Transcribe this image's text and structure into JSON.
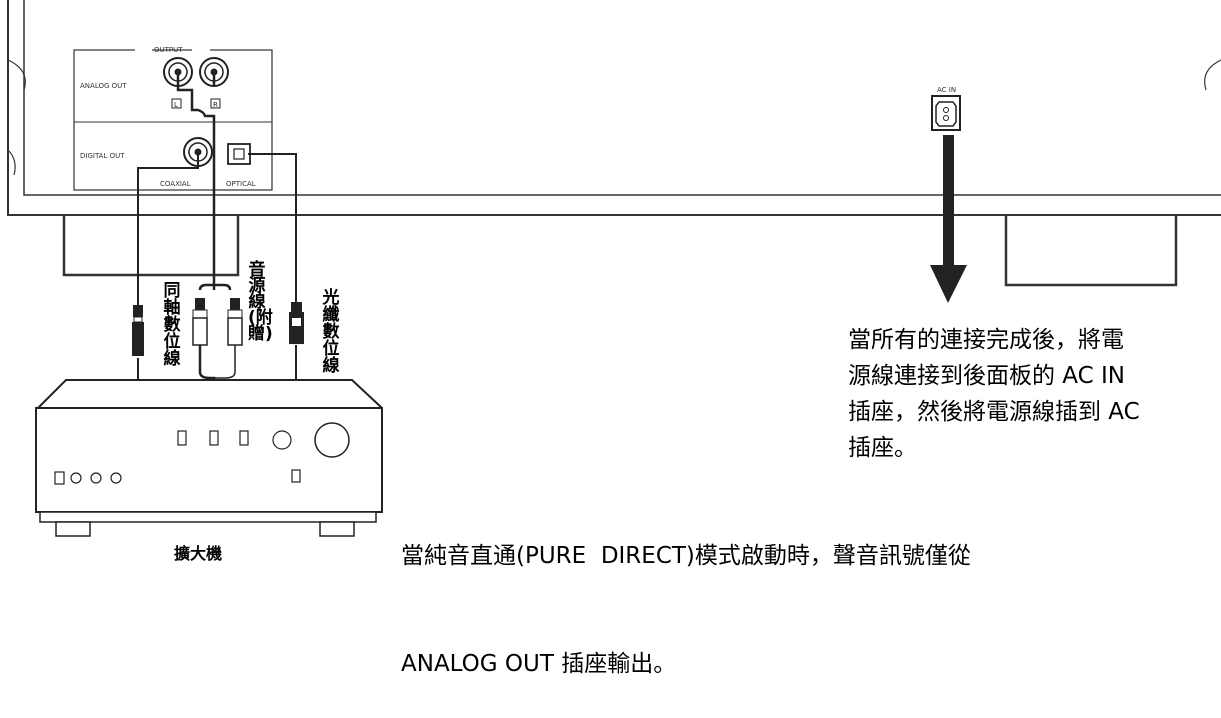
{
  "rear_panel": {
    "output_group_label": "OUTPUT",
    "analog_out_label": "ANALOG OUT",
    "digital_out_label": "DIGITAL OUT",
    "coaxial_label": "COAXIAL",
    "optical_label": "OPTICAL",
    "ac_in_label": "AC IN"
  },
  "cables": {
    "coaxial": "同軸數位線",
    "audio": "音源線(附贈)",
    "optical": "光纖數位線"
  },
  "amplifier_label": "擴大機",
  "notes": {
    "power": [
      "當所有的連接完成後，將電",
      "源線連接到後面板的 AC IN",
      "插座，然後將電源線插到 AC",
      "插座。"
    ],
    "pure_direct": [
      "當純音直通(PURE  DIRECT)模式啟動時，聲音訊號僅從",
      "ANALOG OUT 插座輸出。"
    ]
  }
}
